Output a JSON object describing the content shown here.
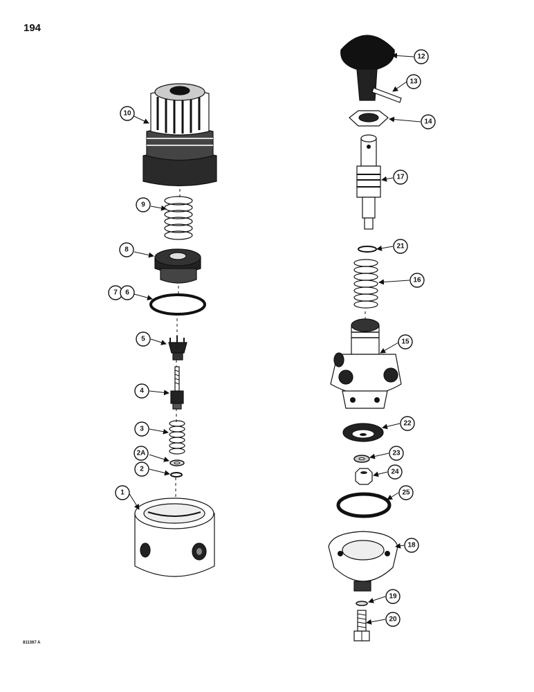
{
  "page_number": "194",
  "drawing_code": "811367 A",
  "callouts": [
    "1",
    "2",
    "2A",
    "3",
    "4",
    "5",
    "6",
    "7",
    "8",
    "9",
    "10",
    "12",
    "13",
    "14",
    "15",
    "16",
    "17",
    "18",
    "19",
    "20",
    "21",
    "22",
    "23",
    "24",
    "25"
  ]
}
